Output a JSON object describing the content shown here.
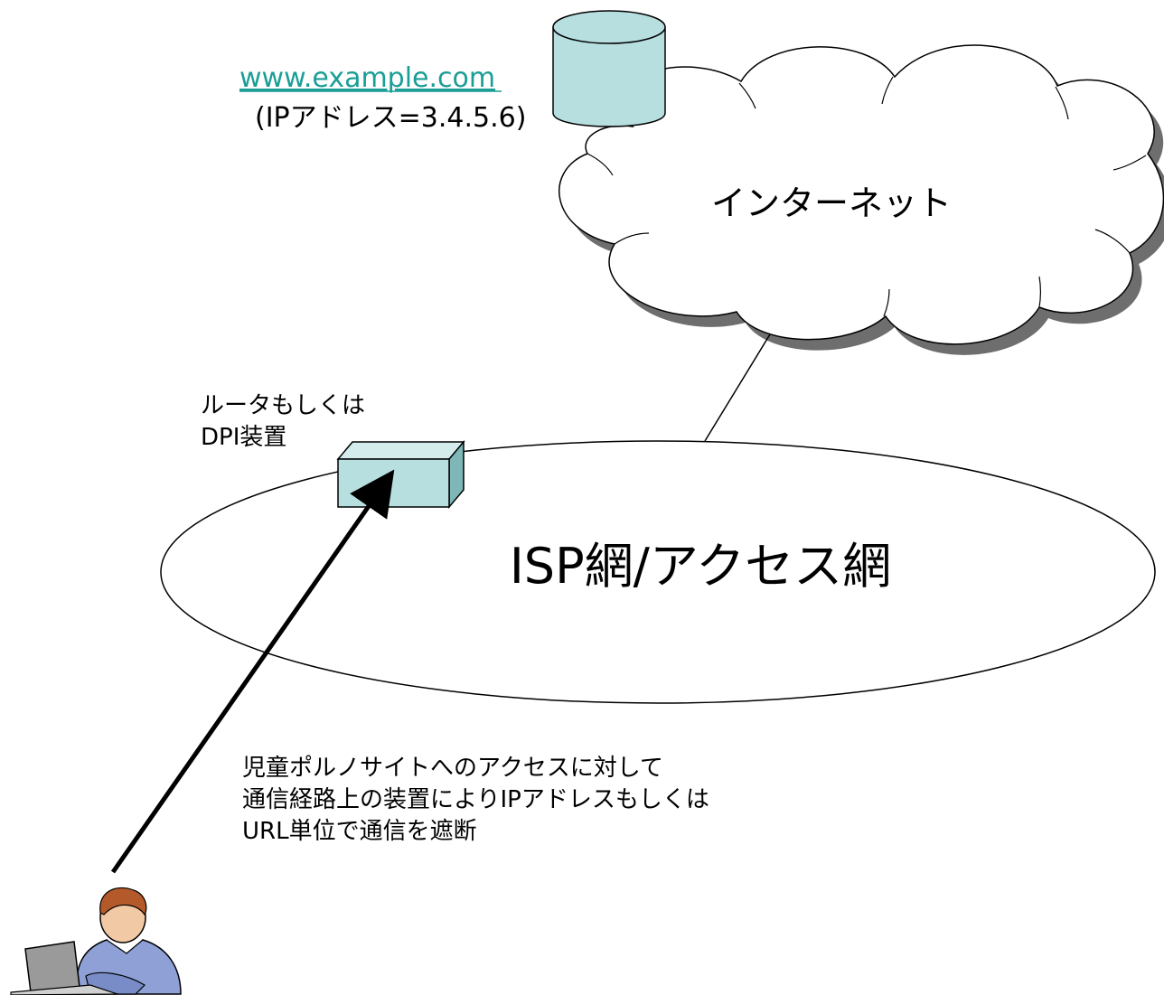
{
  "server": {
    "url": "www.example.com",
    "ip_label": "(IPアドレス=3.4.5.6)"
  },
  "internet": {
    "label": "インターネット"
  },
  "device": {
    "label_line1": "ルータもしくは",
    "label_line2": "DPI装置"
  },
  "isp": {
    "label": "ISP網/アクセス網"
  },
  "note": {
    "line1": "児童ポルノサイトへのアクセスに対して",
    "line2": "通信経路上の装置によりIPアドレスもしくは",
    "line3": "URL単位で通信を遮断"
  },
  "colors": {
    "teal_fill": "#b8dfe0",
    "link": "#1a9e96",
    "shadow": "#6e6e6e"
  }
}
